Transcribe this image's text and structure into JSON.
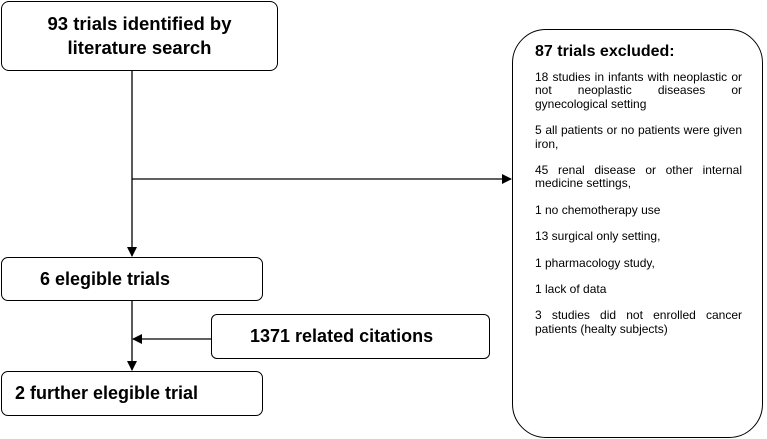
{
  "search_box": {
    "line1": "93 trials identified by",
    "line2": "literature search"
  },
  "eligible_box": {
    "label": "6 elegible trials"
  },
  "citations_box": {
    "label": "1371 related citations"
  },
  "further_box": {
    "label": "2 further elegible trial"
  },
  "excluded_box": {
    "title": "87 trials excluded:",
    "items": [
      "18 studies in infants with neoplastic or not neoplastic diseases or gynecological setting",
      "5 all patients or no patients were given iron,",
      "45 renal disease or other internal medicine settings,",
      "1 no chemotherapy use",
      "13 surgical only setting,",
      "1 pharmacology study,",
      "1 lack of data",
      "3 studies did not enrolled cancer patients (healty subjects)"
    ]
  }
}
